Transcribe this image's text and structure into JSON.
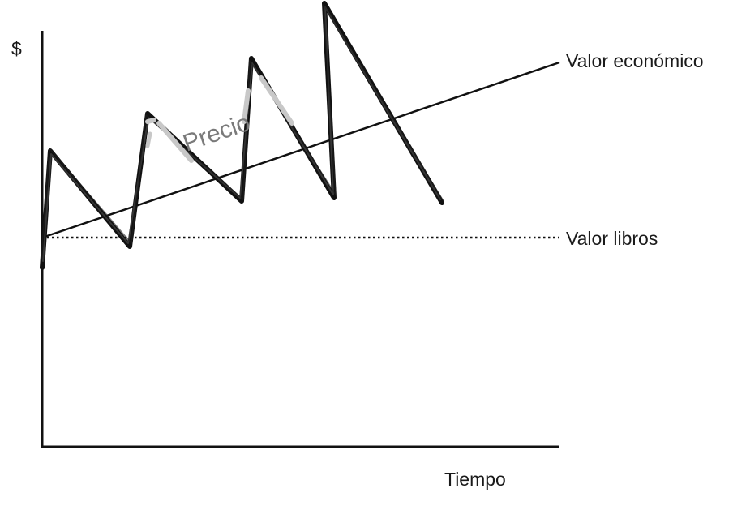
{
  "labels": {
    "y_axis": "$",
    "x_axis": "Tiempo",
    "economic_value": "Valor económico",
    "book_value": "Valor libros",
    "price": "Precio"
  },
  "colors": {
    "ink": "#111111",
    "price_highlight": "#c8c8c8",
    "text": "#1a1a1a",
    "price_label": "#7a7a7a"
  }
}
